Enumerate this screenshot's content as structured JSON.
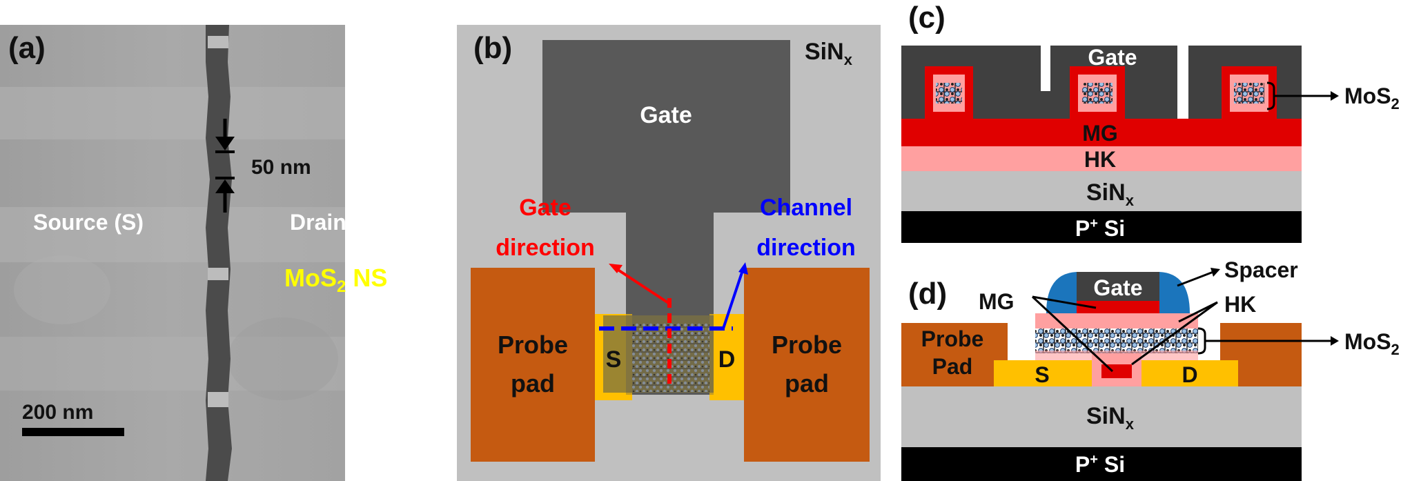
{
  "panel_a": {
    "tag": "(a)",
    "width_value": "50 nm",
    "source": "Source (S)",
    "drain": "Drain (D)",
    "material": "MoS",
    "material_sub": "2",
    "material_suffix": " NS",
    "scale": "200 nm"
  },
  "panel_b": {
    "tag": "(b)",
    "substrate": "SiN",
    "substrate_sub": "x",
    "gate": "Gate",
    "gate_dir_1": "Gate",
    "gate_dir_2": "direction",
    "chan_dir_1": "Channel",
    "chan_dir_2": "direction",
    "pad_1": "Probe",
    "pad_2": "pad",
    "source": "S",
    "drain": "D"
  },
  "panel_c": {
    "tag": "(c)",
    "gate": "Gate",
    "mos2": "MoS",
    "mos2_sub": "2",
    "mg": "MG",
    "hk": "HK",
    "sinx": "SiN",
    "sinx_sub": "x",
    "psi_p": "P",
    "psi_sup": "+",
    "psi_si": " Si"
  },
  "panel_d": {
    "tag": "(d)",
    "gate": "Gate",
    "spacer": "Spacer",
    "mg": "MG",
    "hk": "HK",
    "mos2": "MoS",
    "mos2_sub": "2",
    "pad_1": "Probe",
    "pad_2": "Pad",
    "source": "S",
    "drain": "D",
    "sinx": "SiN",
    "sinx_sub": "x",
    "psi_p": "P",
    "psi_sup": "+",
    "psi_si": " Si"
  },
  "colors": {
    "gate": "#595959",
    "gate_dark": "#404040",
    "metal_gate": "#e00000",
    "high_k": "#ffa0a0",
    "sinx": "#c0c0c0",
    "substrate": "#000000",
    "probe_pad": "#c55a11",
    "contact": "#ffc000",
    "spacer": "#1b75bc",
    "gate_dir": "#ff0000",
    "channel_dir": "#0000ff",
    "mos2_label": "#ffff00"
  }
}
